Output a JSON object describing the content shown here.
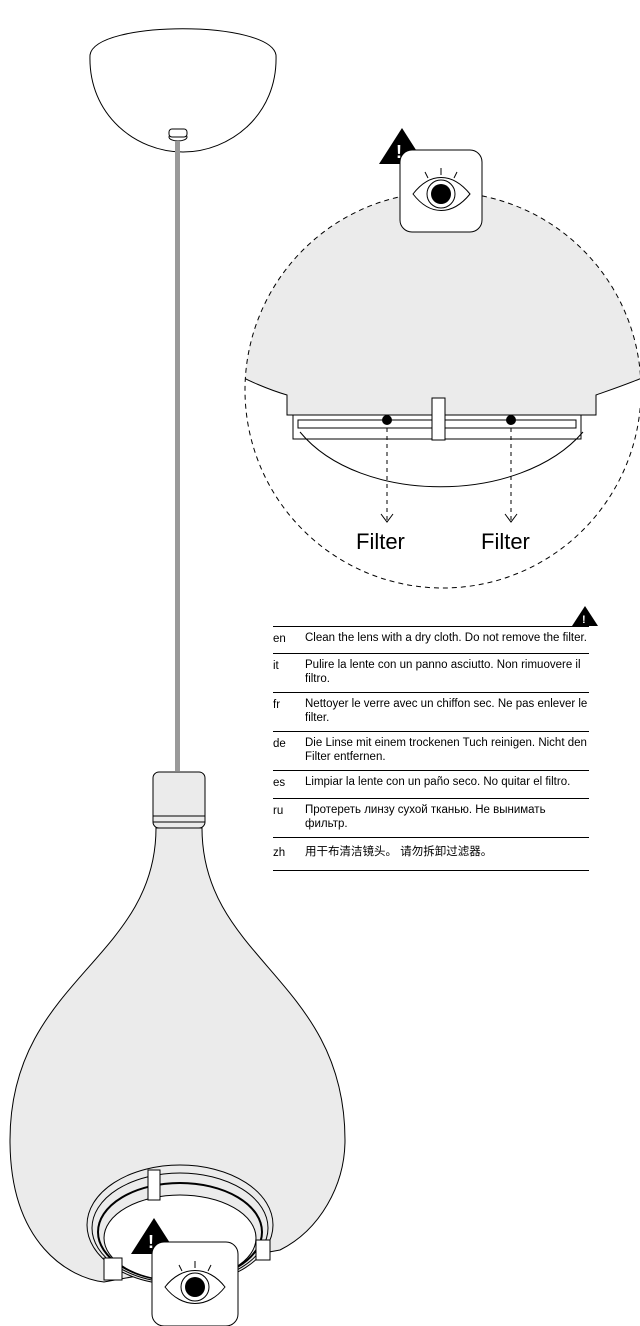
{
  "diagram": {
    "filter_labels": [
      "Filter",
      "Filter"
    ],
    "warning_mark": "!",
    "icons": [
      "warning-triangle-icon",
      "eye-icon",
      "lamp-pendant-illustration"
    ]
  },
  "instructions": [
    {
      "lang": "en",
      "text": "Clean the lens with a dry cloth. Do not remove the filter."
    },
    {
      "lang": "it",
      "text": "Pulire la lente con un panno asciutto. Non rimuovere il filtro."
    },
    {
      "lang": "fr",
      "text": "Nettoyer le verre avec un chiffon sec. Ne pas enlever le filter."
    },
    {
      "lang": "de",
      "text": "Die Linse mit einem trockenen Tuch reinigen. Nicht den Filter entfernen."
    },
    {
      "lang": "es",
      "text": "Limpiar la lente con un paño seco. No quitar el filtro."
    },
    {
      "lang": "ru",
      "text": "Протереть линзу сухой тканью. Не вынимать фильтр."
    },
    {
      "lang": "zh",
      "text": "用干布清洁镜头。 请勿拆卸过滤器。"
    }
  ]
}
